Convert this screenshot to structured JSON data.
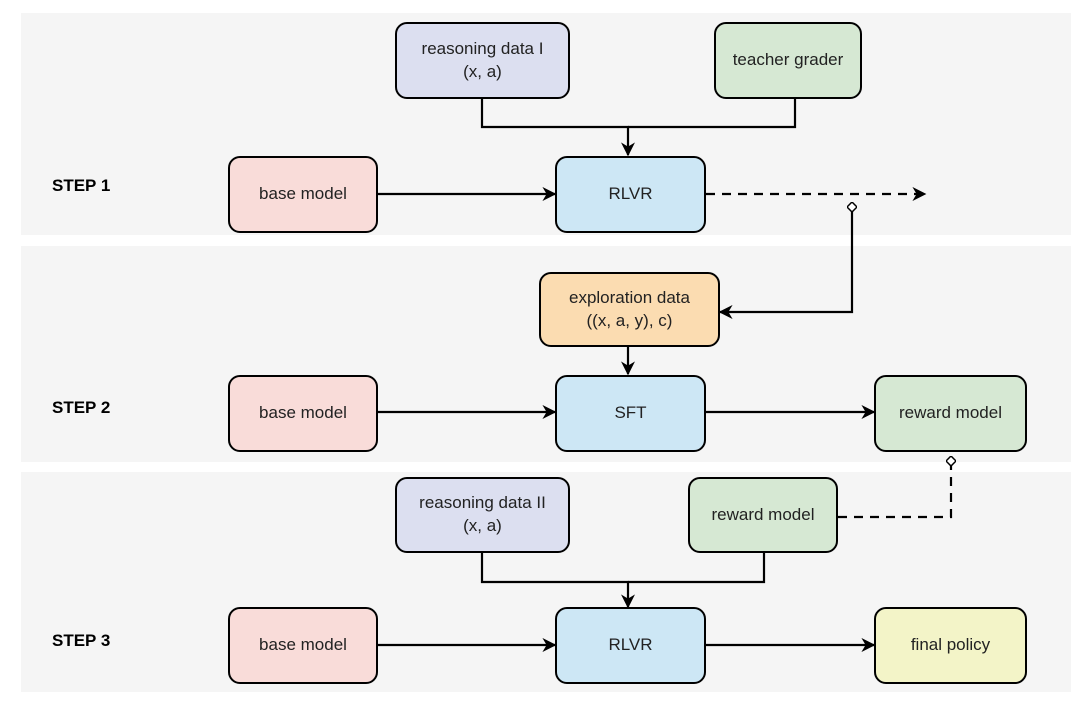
{
  "steps": {
    "step1": "STEP 1",
    "step2": "STEP 2",
    "step3": "STEP 3"
  },
  "nodes": {
    "base_model_1": "base model",
    "reasoning_data_1": "reasoning data I\n(x, a)",
    "teacher_grader": "teacher grader",
    "rlvr_1": "RLVR",
    "exploration_data": "exploration data\n((x, a, y), c)",
    "base_model_2": "base model",
    "sft": "SFT",
    "reward_model_out": "reward model",
    "reasoning_data_2": "reasoning data II\n(x, a)",
    "reward_model_in": "reward model",
    "base_model_3": "base model",
    "rlvr_3": "RLVR",
    "final_policy": "final policy"
  },
  "colors": {
    "pink": "#f9dcd9",
    "blue": "#cde7f5",
    "purple": "#dcdff0",
    "green": "#d6e8d3",
    "orange": "#fbdcb1",
    "yellow": "#f3f4c8",
    "band": "#f5f5f5",
    "edge": "#000000"
  }
}
